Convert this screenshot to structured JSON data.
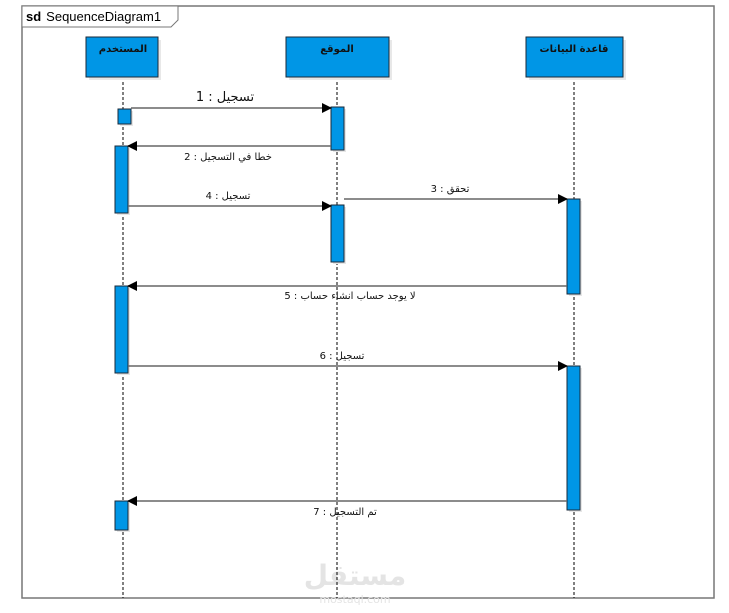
{
  "diagram": {
    "title_keyword": "sd",
    "title_name": "SequenceDiagram1",
    "colors": {
      "fill": "#0096e6",
      "border": "#1a2a3a",
      "line": "#666666",
      "frame": "#777777"
    },
    "lifelines": [
      {
        "id": "user",
        "name": "المستخدم"
      },
      {
        "id": "site",
        "name": "الموقع"
      },
      {
        "id": "db",
        "name": "قاعدة البيانات"
      }
    ],
    "messages": [
      {
        "seq": 1,
        "from": "user",
        "to": "site",
        "label": "تسجيل : 1"
      },
      {
        "seq": 2,
        "from": "site",
        "to": "user",
        "label": "خطا في التسجيل : 2"
      },
      {
        "seq": 3,
        "from": "site",
        "to": "db",
        "label": "تحقق : 3"
      },
      {
        "seq": 4,
        "from": "user",
        "to": "site",
        "label": "تسجيل : 4"
      },
      {
        "seq": 5,
        "from": "db",
        "to": "user",
        "label": "لا يوجد حساب انشاء حساب : 5"
      },
      {
        "seq": 6,
        "from": "user",
        "to": "db",
        "label": "تسجيل : 6"
      },
      {
        "seq": 7,
        "from": "db",
        "to": "user",
        "label": "تم التسجيل : 7"
      }
    ],
    "watermark": "مستقل",
    "watermark_sub": "mostaql.com"
  }
}
